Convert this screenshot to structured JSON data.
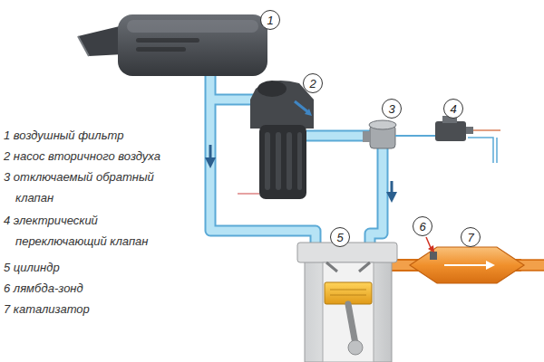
{
  "diagram": {
    "nodes": [
      {
        "text": [
          "1"
        ]
      },
      {
        "text": [
          "2"
        ]
      },
      {
        "text": [
          "3"
        ]
      },
      {
        "text": [
          "4"
        ]
      },
      {
        "text": [
          "5"
        ]
      },
      {
        "text": [
          "6"
        ]
      },
      {
        "text": [
          "7"
        ]
      }
    ],
    "labels": [
      "1 воздушный фильтр",
      "2 насос вторичного воздуха",
      "3 отключаемый обратный клапан",
      "4 электрический переключающий клапан",
      "5 цилиндр",
      "6 лямбда-зонд",
      "7 катализатор"
    ]
  }
}
